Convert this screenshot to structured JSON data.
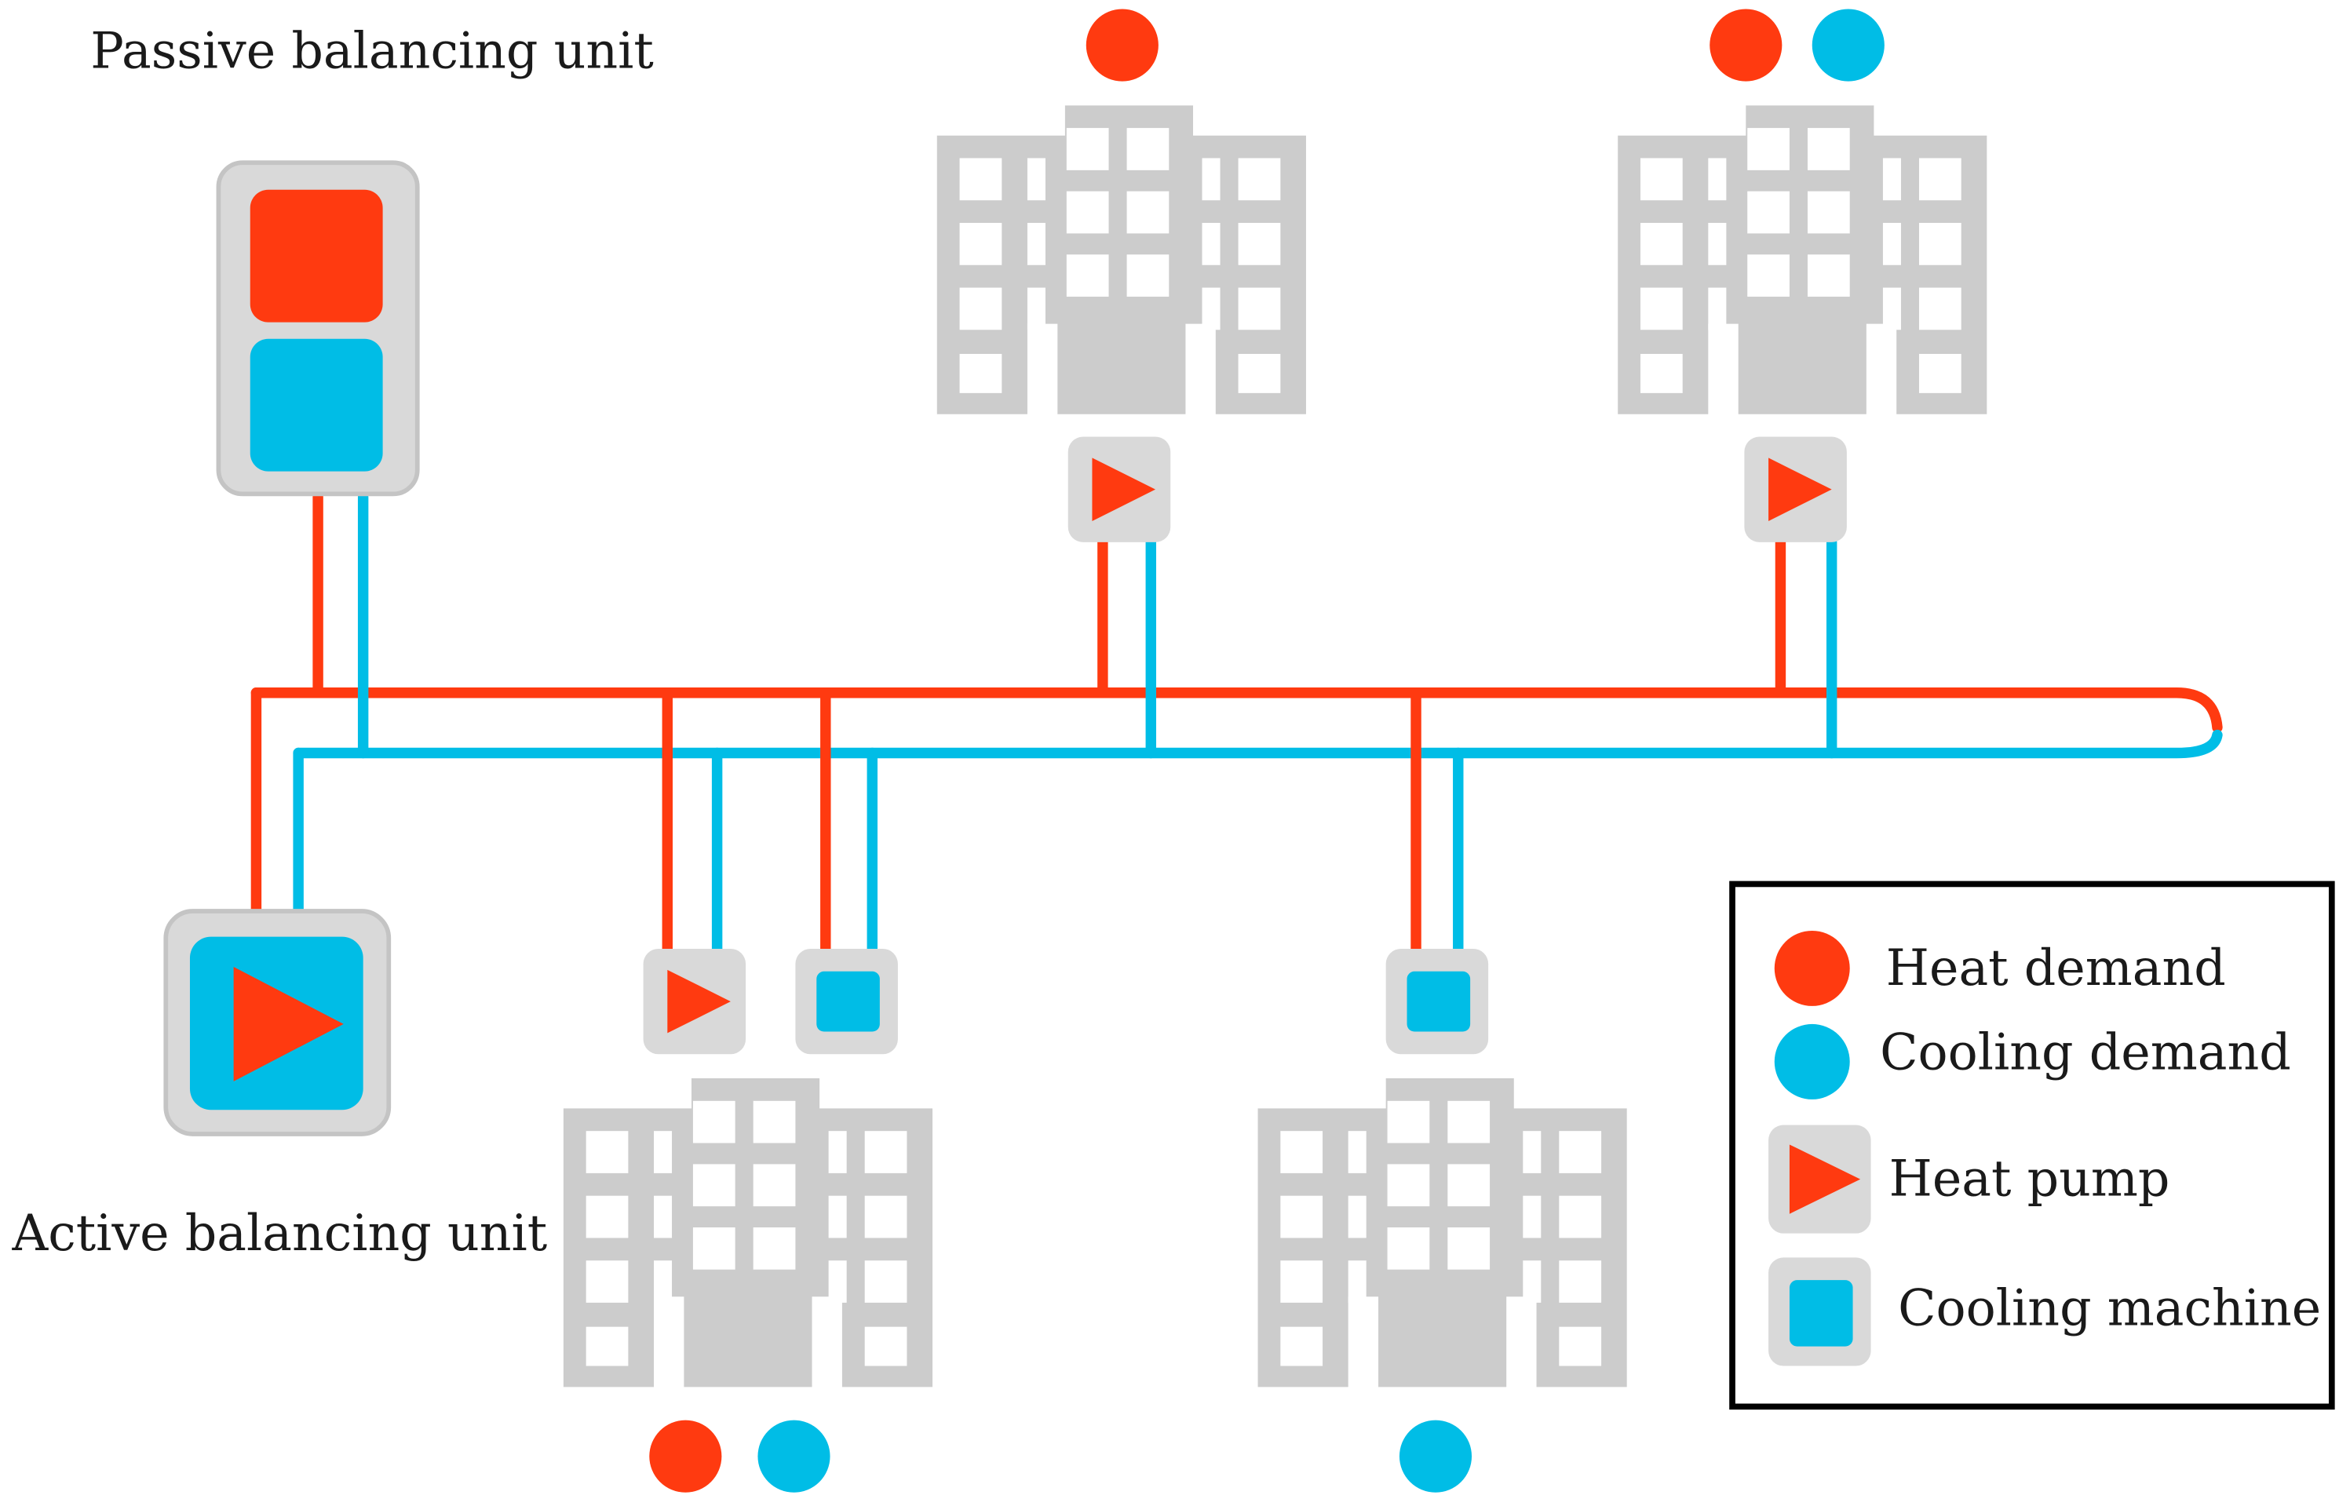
{
  "labels": {
    "passive_unit": "Passive balancing unit",
    "active_unit": "Active balancing unit"
  },
  "legend": {
    "heat_demand": "Heat demand",
    "cooling_demand": "Cooling demand",
    "heat_pump": "Heat pump",
    "cooling_machine": "Cooling machine"
  },
  "colors": {
    "heat": "#ff3a10",
    "cooling": "#00bde6",
    "building": "#cccccc",
    "unit_background": "#d9d9d9",
    "legend_border": "#000000"
  },
  "icons": {
    "heat_demand": "red-circle",
    "cooling_demand": "blue-circle",
    "heat_pump": "red-triangle-play",
    "cooling_machine": "blue-square",
    "building": "office-building"
  }
}
